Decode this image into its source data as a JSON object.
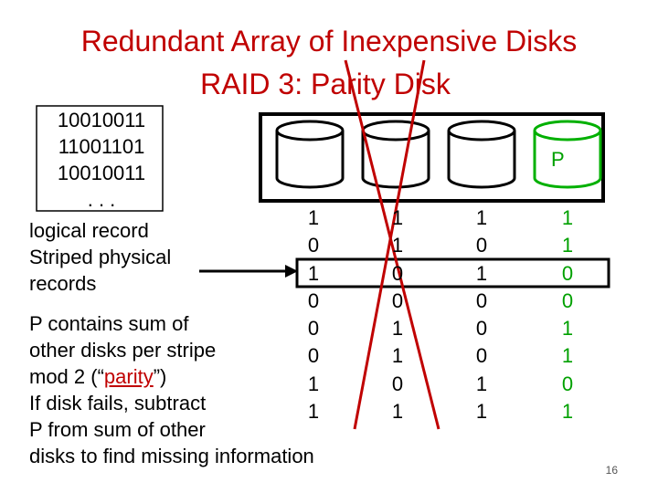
{
  "title_line1": "Redundant Array of Inexpensive Disks",
  "title_line2": "RAID 3: Parity Disk",
  "logical_record_bits": [
    "10010011",
    "11001101",
    "10010011",
    ". . ."
  ],
  "logical_record_label": "logical record",
  "striped_label_line1": "Striped physical",
  "striped_label_line2": "records",
  "parity_text": {
    "line1": "P contains sum of",
    "line2": "other disks per stripe",
    "line3_prefix": "mod 2 (“",
    "line3_word": "parity",
    "line3_suffix": "”)",
    "line4": "If disk fails, subtract",
    "line5": "P from sum of other",
    "line6": "disks to find missing information"
  },
  "parity_disk_label": "P",
  "disk_columns": [
    [
      "1",
      "0",
      "1",
      "0",
      "0",
      "0",
      "1",
      "1"
    ],
    [
      "1",
      "1",
      "0",
      "0",
      "1",
      "1",
      "0",
      "1"
    ],
    [
      "1",
      "0",
      "1",
      "0",
      "0",
      "0",
      "1",
      "1"
    ],
    [
      "1",
      "1",
      "0",
      "0",
      "1",
      "1",
      "0",
      "1"
    ]
  ],
  "page_number": "16",
  "colors": {
    "title": "#c00000",
    "parity": "#00a000",
    "failed_x": "#c00000"
  }
}
